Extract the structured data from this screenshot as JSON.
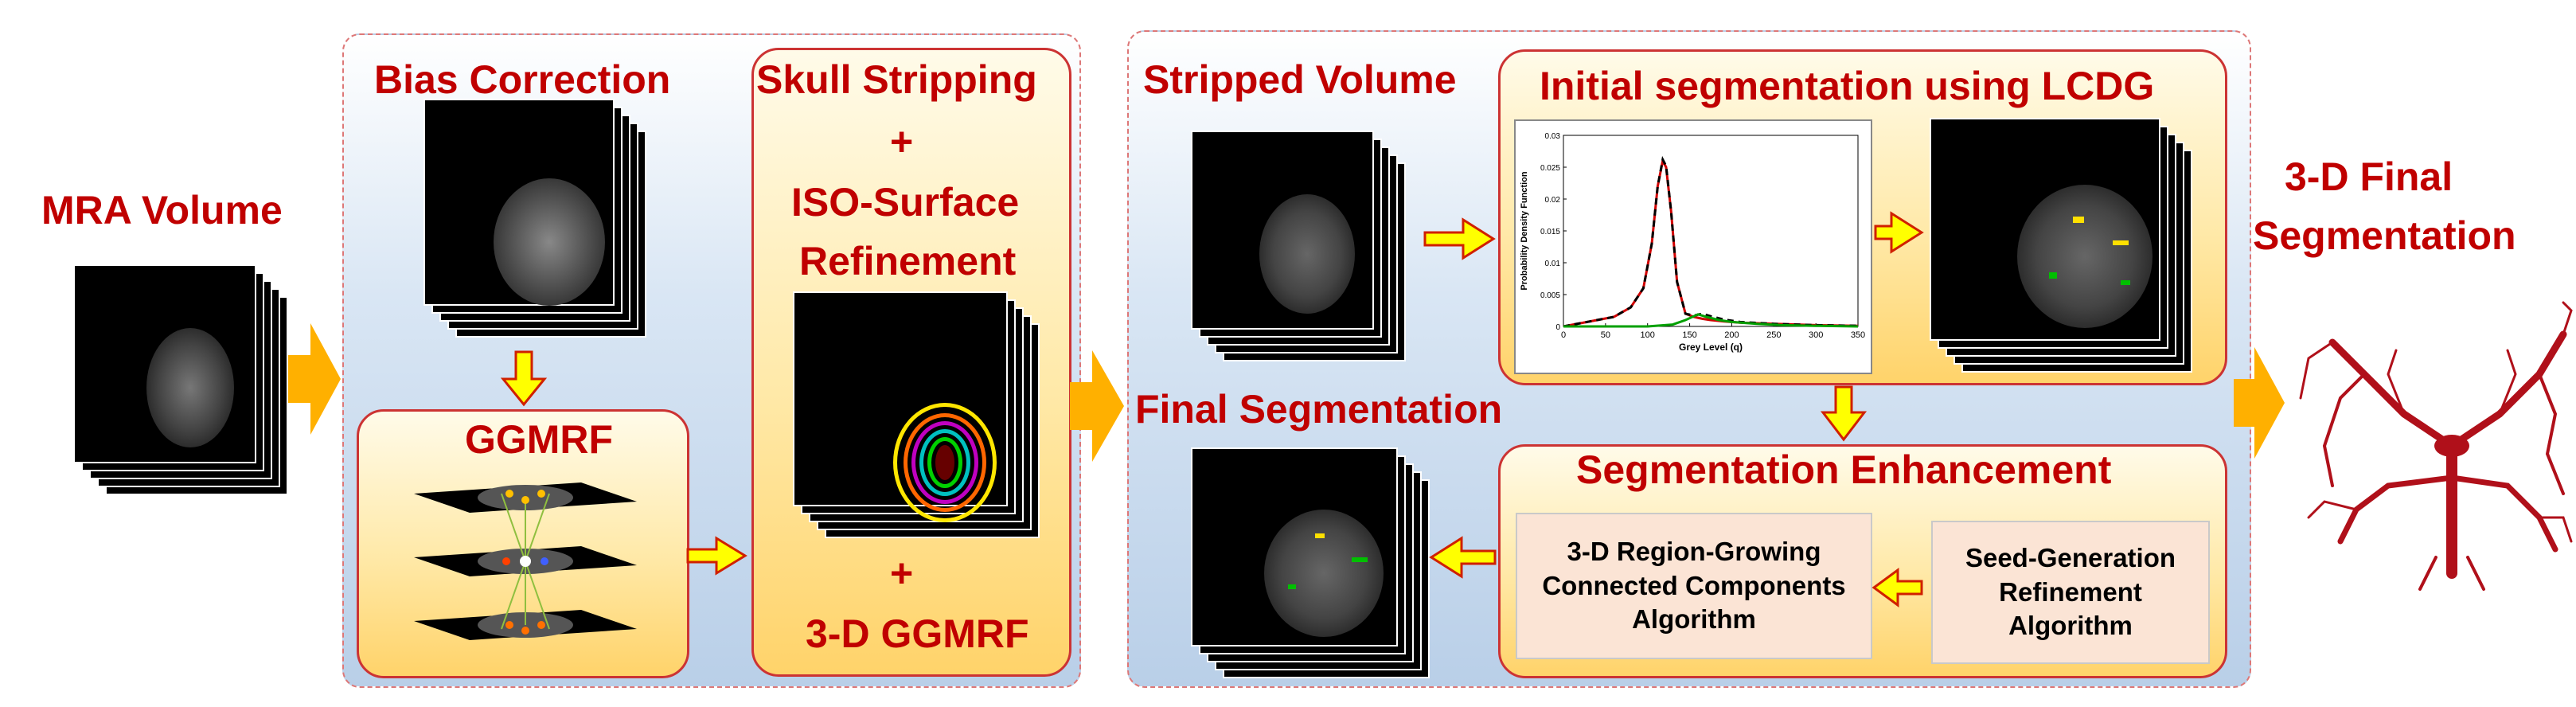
{
  "labels": {
    "mra_volume": "MRA Volume",
    "bias_correction": "Bias Correction",
    "ggmrf": "GGMRF",
    "skull_stripping": "Skull Stripping",
    "plus_top": "+",
    "iso_surface_1": "ISO-Surface",
    "iso_surface_2": "Refinement",
    "plus_bottom": "+",
    "ggmrf_3d": "3-D GGMRF",
    "stripped_volume": "Stripped Volume",
    "initial_segmentation": "Initial segmentation using LCDG",
    "final_segmentation": "Final Segmentation",
    "segmentation_enhancement": "Segmentation Enhancement",
    "final_3d_line1": "3-D Final",
    "final_3d_line2": "Segmentation"
  },
  "algorithms": {
    "region_growing_line1": "3-D Region-Growing",
    "region_growing_line2": "Connected Components",
    "region_growing_line3": "Algorithm",
    "seed_line1": "Seed-Generation",
    "seed_line2": "Refinement",
    "seed_line3": "Algorithm"
  },
  "chart_data": {
    "type": "line",
    "xlabel": "Grey Level (q)",
    "ylabel": "Probability Density Function",
    "xlim": [
      0,
      350
    ],
    "ylim": [
      0,
      0.03
    ],
    "x_ticks": [
      "0",
      "50",
      "100",
      "150",
      "200",
      "250",
      "300",
      "350"
    ],
    "y_ticks": [
      "0",
      "0.005",
      "0.01",
      "0.015",
      "0.02",
      "0.025",
      "0.03"
    ],
    "series": [
      {
        "color": "#d00000",
        "style": "solid",
        "x": [
          0,
          20,
          40,
          60,
          80,
          95,
          105,
          112,
          118,
          122,
          128,
          135,
          145,
          155,
          165,
          175,
          190,
          210,
          250,
          300,
          350
        ],
        "y": [
          0,
          0.0005,
          0.001,
          0.0015,
          0.003,
          0.006,
          0.013,
          0.022,
          0.026,
          0.025,
          0.018,
          0.007,
          0.002,
          0.0015,
          0.0012,
          0.001,
          0.0008,
          0.0006,
          0.0004,
          0.0002,
          0.0001
        ]
      },
      {
        "color": "#000000",
        "style": "dashed",
        "x": [
          0,
          20,
          40,
          60,
          80,
          95,
          105,
          112,
          118,
          122,
          128,
          135,
          145,
          155,
          165,
          175,
          190,
          210,
          250,
          300,
          350
        ],
        "y": [
          0,
          0.0005,
          0.001,
          0.0015,
          0.003,
          0.006,
          0.013,
          0.022,
          0.0262,
          0.0252,
          0.018,
          0.007,
          0.002,
          0.0017,
          0.002,
          0.0016,
          0.0011,
          0.0007,
          0.0004,
          0.0002,
          0.0001
        ]
      },
      {
        "color": "#00a000",
        "style": "solid",
        "x": [
          0,
          100,
          130,
          145,
          160,
          170,
          185,
          200,
          230,
          260,
          300,
          350
        ],
        "y": [
          0,
          0,
          0.0003,
          0.001,
          0.0019,
          0.0015,
          0.001,
          0.0007,
          0.0004,
          0.0002,
          0.0001,
          0
        ]
      }
    ]
  },
  "colors": {
    "title_red": "#c00000",
    "arrow_fill": "#ffb000",
    "small_arrow_fill": "#ffff00",
    "small_arrow_stroke": "#d02000"
  }
}
